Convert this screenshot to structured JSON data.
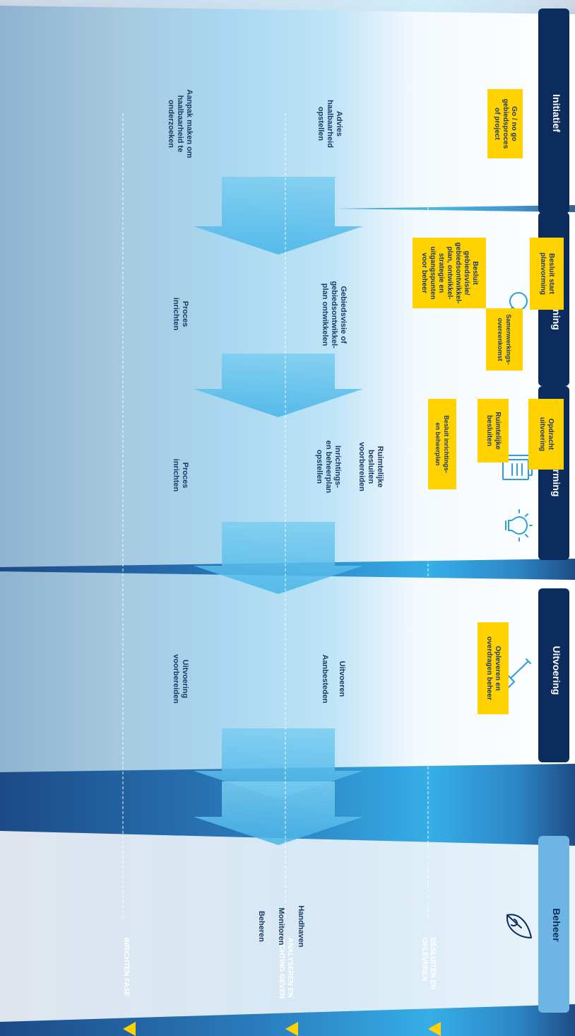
{
  "colors": {
    "navy": "#0d2c5e",
    "sky": "#30b0e6",
    "light_blue": "#9ad4f0",
    "yellow": "#ffd200",
    "text_navy": "#1d3b66"
  },
  "phases": [
    {
      "label": "Initiatief",
      "icon": "lightbulb-icon"
    },
    {
      "label": "Verkenning",
      "icon": "magnifier-icon"
    },
    {
      "label": "Planvorming",
      "icon": "document-icon"
    },
    {
      "label": "Uitvoering",
      "icon": "shovel-icon"
    },
    {
      "label": "Beheer",
      "icon": "leaf-icon"
    }
  ],
  "rows": [
    {
      "label": "INRICHTEN FASE"
    },
    {
      "label": "ANALYSEREN EN\nRICHTING GEVEN"
    },
    {
      "label": "BESLUITEN EN\nOPLEVEREN"
    }
  ],
  "cells": {
    "inrichten": [
      "Aanpak maken om\nhaalbaarheid te\nonderzoeken",
      "Proces\ninrichten",
      "Proces\ninrichten",
      "Uitvoering\nvoorbereiden"
    ],
    "analyseren": [
      "Advies\nhaalbaarheid\nopstellen",
      "Gebiedsvisie of\ngebiedsontwikkel-\nplan ontwikkelen",
      "Inrichtings-\nen beheerplan\nopstellen",
      "Ruimtelijke\nbesluiten\nvoorbereiden",
      "Aanbesteden",
      "Uitvoeren"
    ],
    "beheer_items": [
      "Beheren",
      "Monitoren",
      "Handhaven"
    ]
  },
  "decisions": {
    "initiatief": [
      "Go / no go\ngebiedsproces\nof project"
    ],
    "verkenning": [
      "Besluit gebiedsvisie/\ngebiedsontwikkel-\nplan, ontwikkel-\nstrategie en\nuitgangspunten\nvoor beheer",
      "Samenwerkings-\novereenkomst",
      "Besluit start\nplanvorming"
    ],
    "planvorming": [
      "Besluit inrichtings-\nen beheerplan",
      "Ruimtelijke\nbesluiten",
      "Opdracht\nuitvoering"
    ],
    "uitvoering": [
      "Opleveren en\noverdragen beheer"
    ]
  }
}
